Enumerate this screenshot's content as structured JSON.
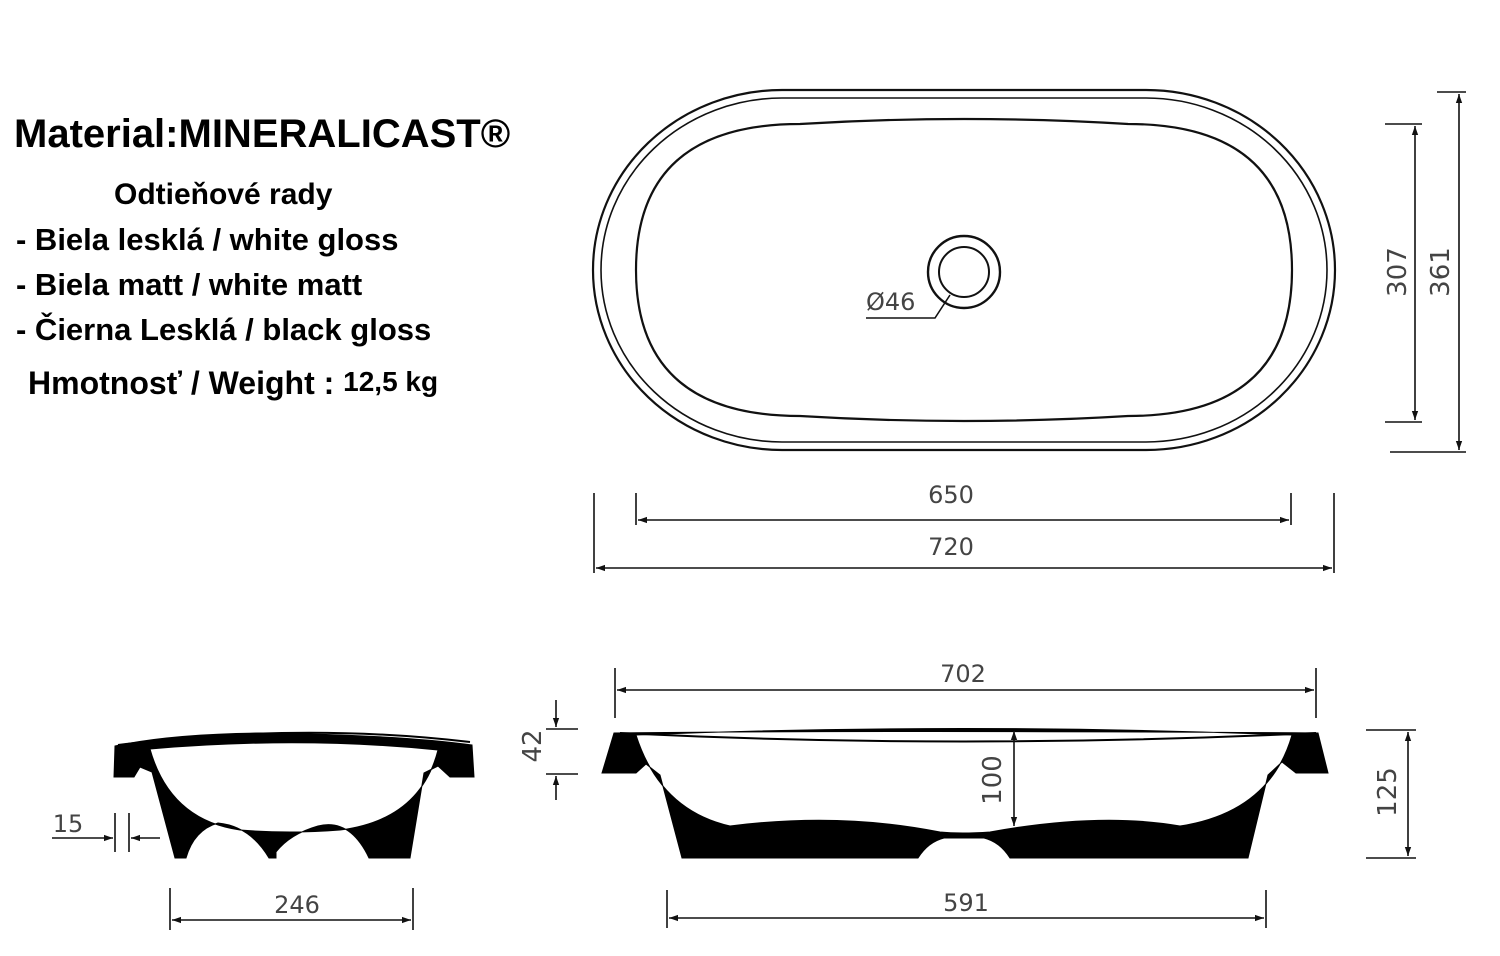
{
  "spec": {
    "title": "Material:MINERALICAST®",
    "subtitle": "Odtieňové rady",
    "items": [
      "- Biela lesklá / white gloss",
      "- Biela matt / white matt",
      "- Čierna Lesklá / black gloss"
    ],
    "weight_label": "Hmotnosť / Weight :",
    "weight_value": "12,5 kg"
  },
  "dimensions": {
    "top_view": {
      "drain": "Ø46",
      "inner_width": "650",
      "outer_width": "720",
      "inner_depth": "307",
      "outer_depth": "361"
    },
    "side_view": {
      "rim_thickness": "15",
      "base_width": "246"
    },
    "front_view": {
      "top_width": "702",
      "rim_height": "42",
      "inner_depth": "100",
      "total_height": "125",
      "base_width": "591"
    }
  }
}
